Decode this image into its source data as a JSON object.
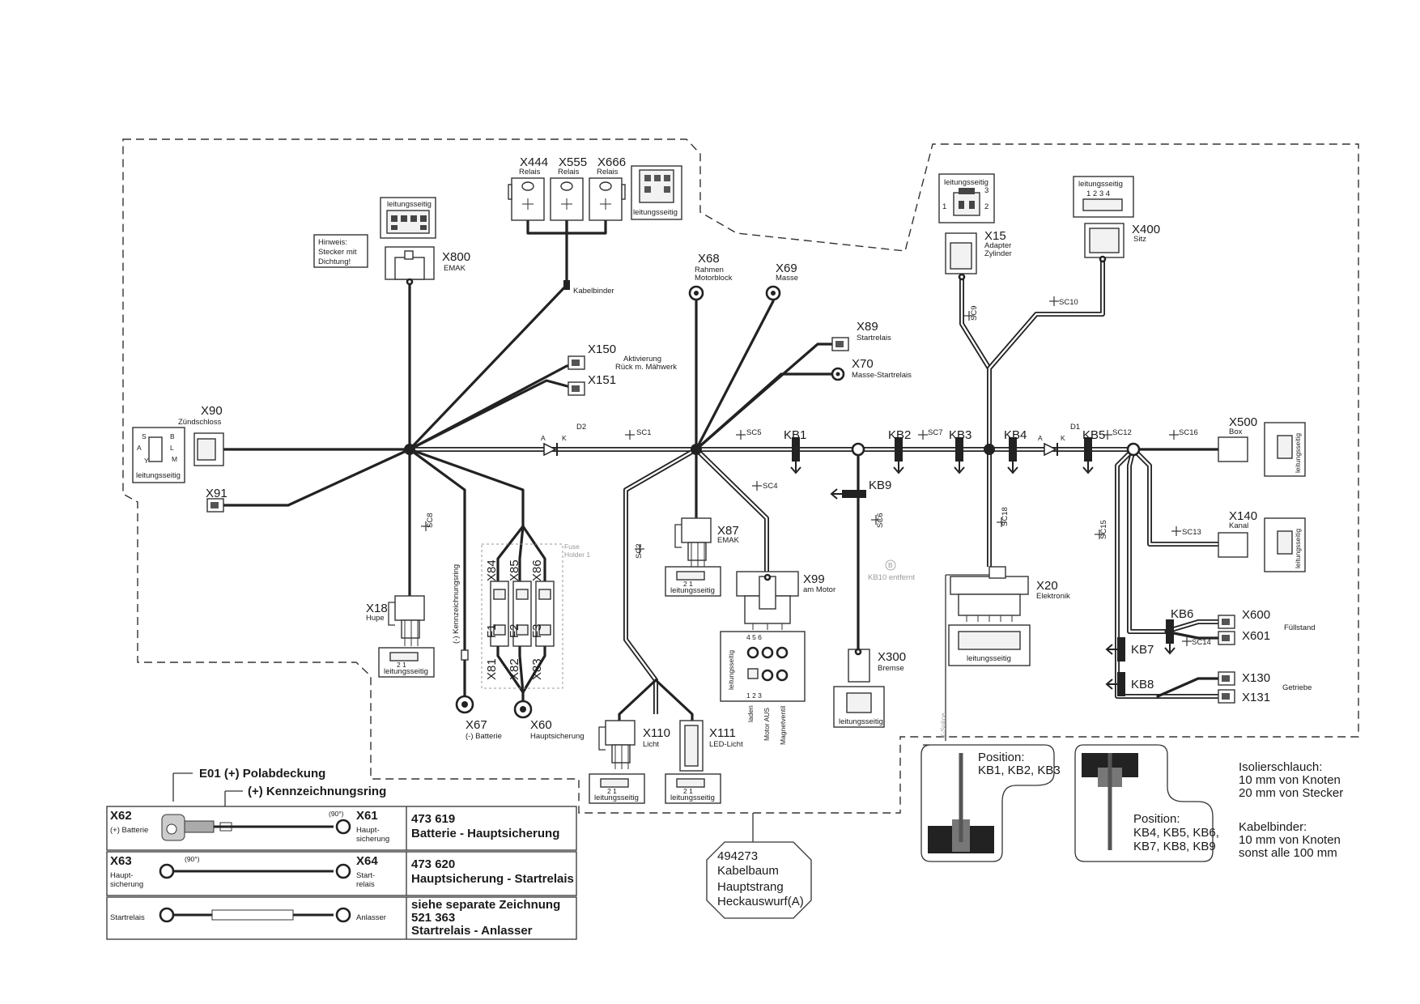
{
  "connectors": {
    "x444": {
      "id": "X444",
      "desc": "Relais"
    },
    "x555": {
      "id": "X555",
      "desc": "Relais"
    },
    "x666": {
      "id": "X666",
      "desc": "Relais"
    },
    "x800": {
      "id": "X800",
      "desc": "EMAK"
    },
    "x90": {
      "id": "X90",
      "desc": "Zündschloss"
    },
    "x91": {
      "id": "X91"
    },
    "x150": {
      "id": "X150",
      "desc1": "Aktivierung",
      "desc2": "Rück m. Mähwerk"
    },
    "x151": {
      "id": "X151"
    },
    "x68": {
      "id": "X68",
      "desc1": "Rahmen",
      "desc2": "Motorblock"
    },
    "x69": {
      "id": "X69",
      "desc": "Masse"
    },
    "x89": {
      "id": "X89",
      "desc": "Startrelais"
    },
    "x70": {
      "id": "X70",
      "desc": "Masse-Startrelais"
    },
    "x15": {
      "id": "X15",
      "desc1": "Adapter",
      "desc2": "Zylinder"
    },
    "x400": {
      "id": "X400",
      "desc": "Sitz"
    },
    "x500": {
      "id": "X500",
      "desc": "Box"
    },
    "x140": {
      "id": "X140",
      "desc": "Kanal"
    },
    "x18": {
      "id": "X18",
      "desc": "Hupe"
    },
    "x67": {
      "id": "X67",
      "desc": "(-) Batterie"
    },
    "x60": {
      "id": "X60",
      "desc": "Hauptsicherung"
    },
    "x87": {
      "id": "X87",
      "desc": "EMAK"
    },
    "x99": {
      "id": "X99",
      "desc": "am Motor"
    },
    "x110": {
      "id": "X110",
      "desc": "Licht"
    },
    "x111": {
      "id": "X111",
      "desc": "LED-Licht"
    },
    "x300": {
      "id": "X300",
      "desc": "Bremse"
    },
    "x20": {
      "id": "X20",
      "desc": "Elektronik"
    },
    "x600": {
      "id": "X600"
    },
    "x601": {
      "id": "X601"
    },
    "fuellstand": "Füllstand",
    "x130": {
      "id": "X130"
    },
    "x131": {
      "id": "X131"
    },
    "getriebe": "Getriebe",
    "x84": "X84",
    "x85": "X85",
    "x86": "X86",
    "x81": "X81",
    "x82": "X82",
    "x83": "X83",
    "f1": "F1",
    "f2": "F2",
    "f3": "F3"
  },
  "labels": {
    "leitungsseitig": "leitungsseitig",
    "hinweis1": "Hinweis:",
    "hinweis2": "Stecker mit",
    "hinweis3": "Dichtung!",
    "kabelbinder": "Kabelbinder",
    "fuse_holder1": "Fuse",
    "fuse_holder2": "Holder 1",
    "kennzeichnungsring": "(-) Kennzeichnungsring",
    "kb10": "KB10 entfernt",
    "kb10_marker": "B",
    "splice": "X-Splice",
    "x99_pins": [
      "laden",
      "Motor AUS",
      "Magnetventil"
    ],
    "d1": "D1",
    "d2": "D2",
    "a": "A",
    "k": "K",
    "x90_pins": [
      "S",
      "B",
      "A",
      "L",
      "Y",
      "M"
    ]
  },
  "segments": {
    "sc1": "SC1",
    "sc2": "SC2",
    "sc4": "SC4",
    "sc5": "SC5",
    "sc6": "SC6",
    "sc7": "SC7",
    "sc8": "SC8",
    "sc9": "SC9",
    "sc10": "SC10",
    "sc12": "SC12",
    "sc13": "SC13",
    "sc14": "SC14",
    "sc15": "SC15",
    "sc16": "SC16",
    "sc18": "SC18"
  },
  "cable_ties": {
    "kb1": "KB1",
    "kb2": "KB2",
    "kb3": "KB3",
    "kb4": "KB4",
    "kb5": "KB5",
    "kb6": "KB6",
    "kb7": "KB7",
    "kb8": "KB8",
    "kb9": "KB9"
  },
  "cables": {
    "header1": "E01 (+) Polabdeckung",
    "header2": "(+) Kennzeichnungsring",
    "row1": {
      "left_id": "X62",
      "left_desc": "(+) Batterie",
      "angle": "(90°)",
      "right_id": "X61",
      "right_desc1": "Haupt-",
      "right_desc2": "sicherung",
      "part": "473 619",
      "title": "Batterie - Hauptsicherung"
    },
    "row2": {
      "left_id": "X63",
      "left_desc1": "Haupt-",
      "left_desc2": "sicherung",
      "angle": "(90°)",
      "right_id": "X64",
      "right_desc1": "Start-",
      "right_desc2": "relais",
      "part": "473 620",
      "title": "Hauptsicherung - Startrelais"
    },
    "row3": {
      "left_desc": "Startrelais",
      "right_desc": "Anlasser",
      "line1": "siehe separate Zeichnung",
      "part": "521 363",
      "title": "Startrelais - Anlasser"
    }
  },
  "title_block": {
    "number": "494273",
    "line1": "Kabelbaum",
    "line2": "Hauptstrang",
    "line3": "Heckauswurf(A)"
  },
  "info": {
    "pos1_title": "Position:",
    "pos1_items": "KB1, KB2, KB3",
    "pos2_title": "Position:",
    "pos2_line1": "KB4, KB5, KB6,",
    "pos2_line2": "KB7, KB8, KB9",
    "isolier_title": "Isolierschlauch:",
    "isolier_1": "10 mm von Knoten",
    "isolier_2": "20 mm von Stecker",
    "binder_title": "Kabelbinder:",
    "binder_1": "10 mm von Knoten",
    "binder_2": "sonst alle 100 mm"
  }
}
